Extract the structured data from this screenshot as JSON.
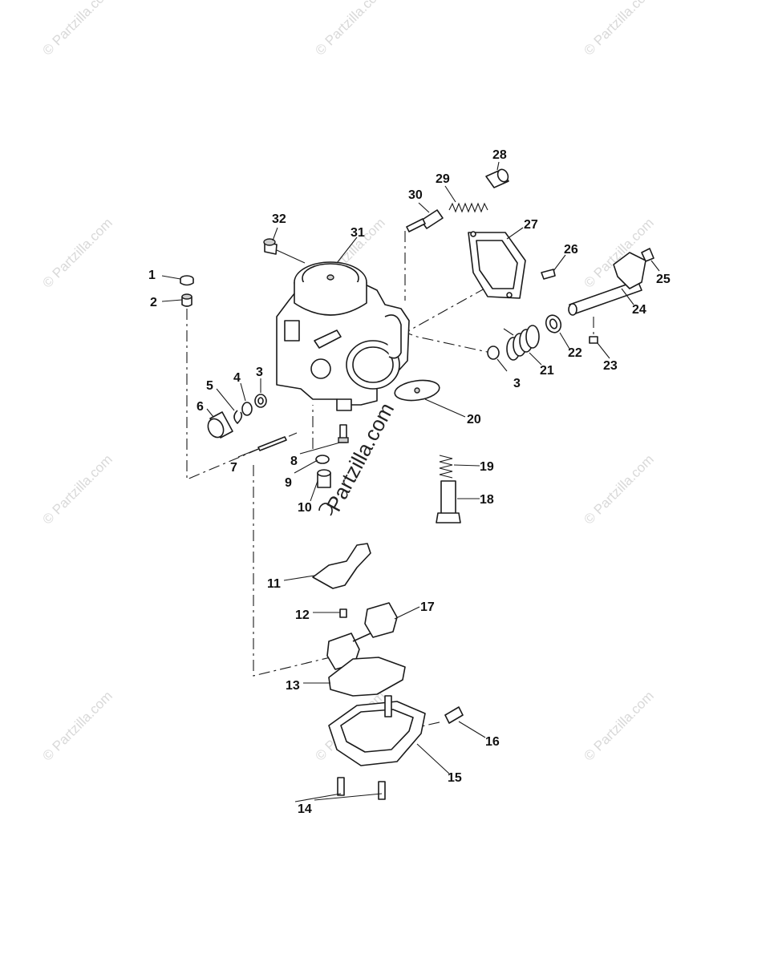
{
  "watermark": {
    "text": "© Partzilla.com",
    "center_text": "Partzilla.com",
    "color": "#d9d9d9"
  },
  "callouts": [
    {
      "id": "1",
      "label": "1"
    },
    {
      "id": "2",
      "label": "2"
    },
    {
      "id": "3a",
      "label": "3"
    },
    {
      "id": "3b",
      "label": "3"
    },
    {
      "id": "4",
      "label": "4"
    },
    {
      "id": "5",
      "label": "5"
    },
    {
      "id": "6",
      "label": "6"
    },
    {
      "id": "7",
      "label": "7"
    },
    {
      "id": "8",
      "label": "8"
    },
    {
      "id": "9",
      "label": "9"
    },
    {
      "id": "10",
      "label": "10"
    },
    {
      "id": "11",
      "label": "11"
    },
    {
      "id": "12",
      "label": "12"
    },
    {
      "id": "13",
      "label": "13"
    },
    {
      "id": "14",
      "label": "14"
    },
    {
      "id": "15",
      "label": "15"
    },
    {
      "id": "16",
      "label": "16"
    },
    {
      "id": "17",
      "label": "17"
    },
    {
      "id": "18",
      "label": "18"
    },
    {
      "id": "19",
      "label": "19"
    },
    {
      "id": "20",
      "label": "20"
    },
    {
      "id": "21",
      "label": "21"
    },
    {
      "id": "22",
      "label": "22"
    },
    {
      "id": "23",
      "label": "23"
    },
    {
      "id": "24",
      "label": "24"
    },
    {
      "id": "25",
      "label": "25"
    },
    {
      "id": "26",
      "label": "26"
    },
    {
      "id": "27",
      "label": "27"
    },
    {
      "id": "28",
      "label": "28"
    },
    {
      "id": "29",
      "label": "29"
    },
    {
      "id": "30",
      "label": "30"
    },
    {
      "id": "31",
      "label": "31"
    },
    {
      "id": "32",
      "label": "32"
    }
  ]
}
